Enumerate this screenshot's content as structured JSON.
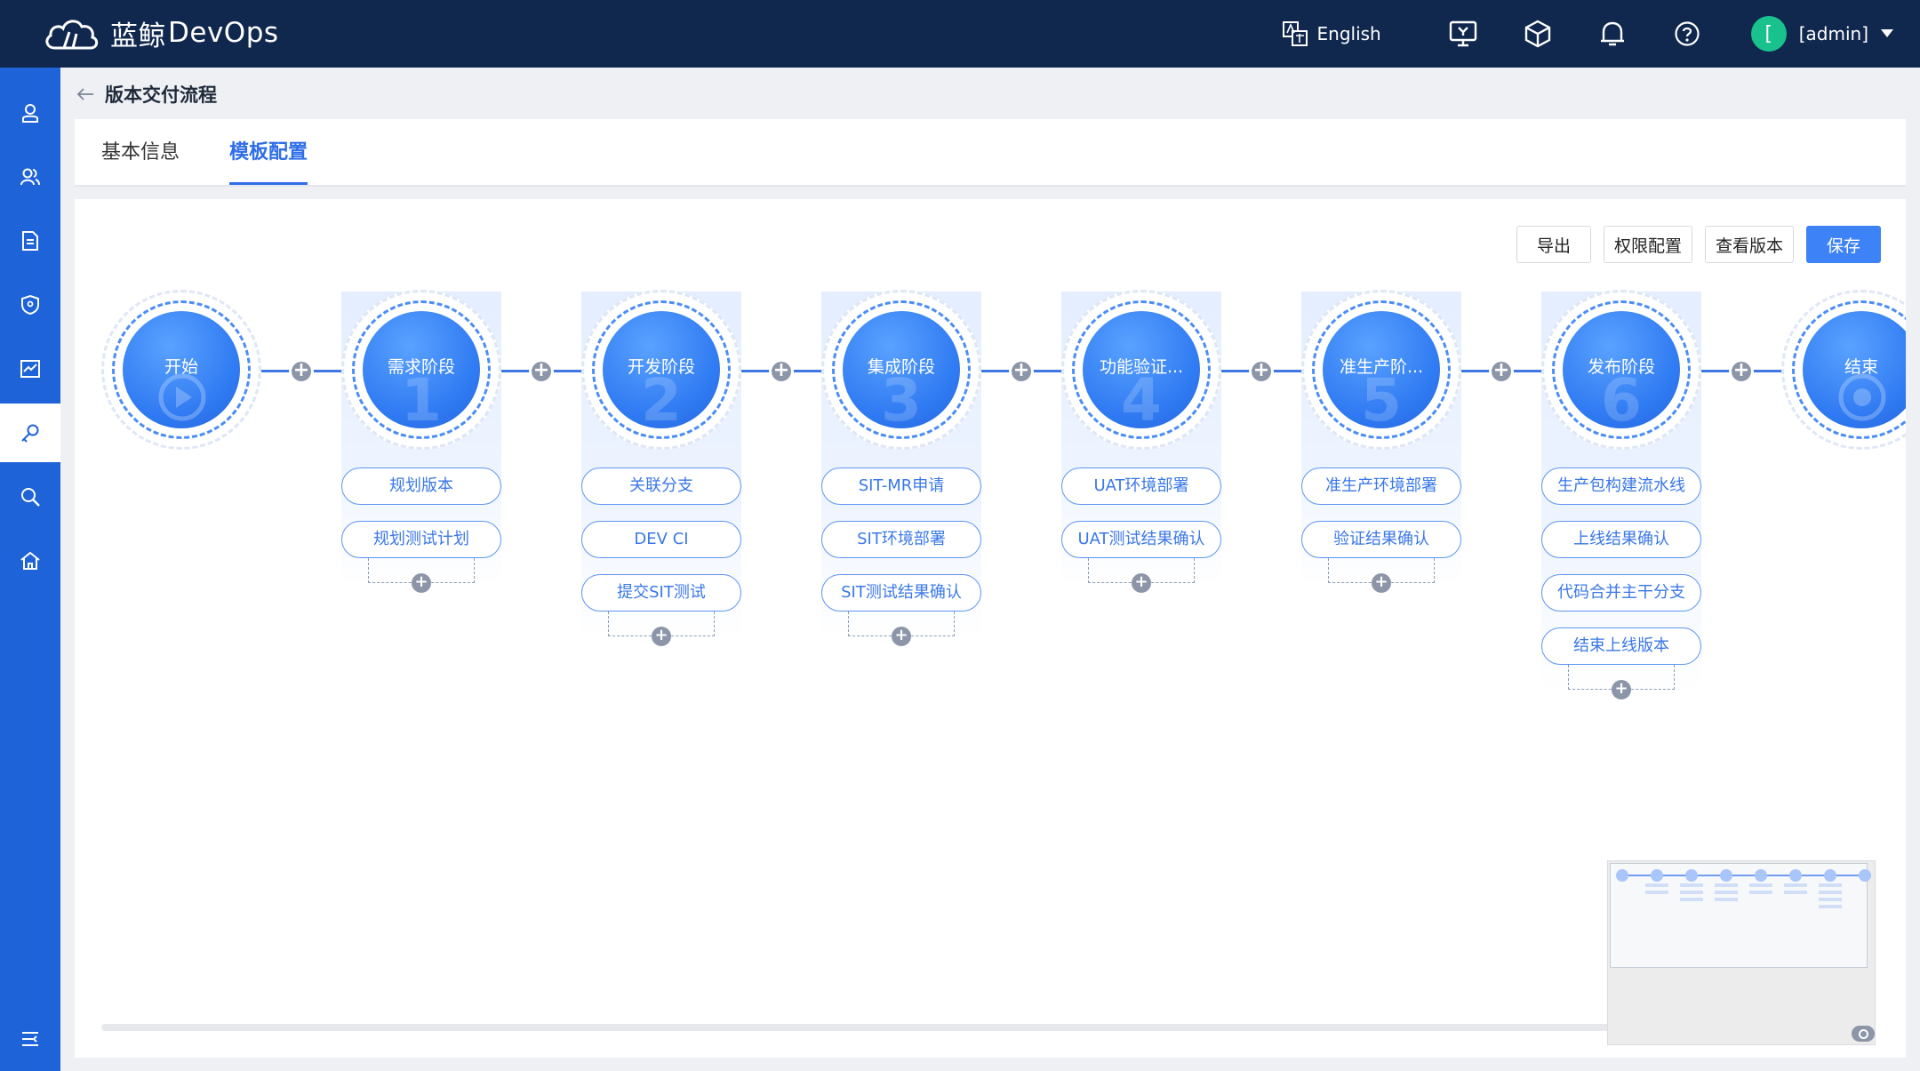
{
  "app": {
    "brand_cn": "蓝鲸",
    "brand_en": "DevOps"
  },
  "topbar": {
    "language": "English",
    "user": "[admin]",
    "avatar_letter": "["
  },
  "breadcrumb": {
    "title": "版本交付流程"
  },
  "tabs": [
    {
      "label": "基本信息"
    },
    {
      "label": "模板配置"
    }
  ],
  "active_tab": "模板配置",
  "toolbar": {
    "export": "导出",
    "permission": "权限配置",
    "view_version": "查看版本",
    "save": "保存"
  },
  "colors": {
    "accent": "#2f6ee8",
    "topbar": "#10274e",
    "sidebar": "#1e63d8"
  },
  "sidebar": {
    "items": [
      {
        "icon": "user-icon"
      },
      {
        "icon": "users-icon"
      },
      {
        "icon": "document-icon"
      },
      {
        "icon": "shield-icon"
      },
      {
        "icon": "chart-icon"
      },
      {
        "icon": "key-icon",
        "active": true
      },
      {
        "icon": "search-setting-icon"
      },
      {
        "icon": "home-icon"
      }
    ],
    "footer_icon": "collapse-menu-icon"
  },
  "flow": {
    "start": {
      "label": "开始"
    },
    "end": {
      "label": "结束"
    },
    "stages": [
      {
        "label": "需求阶段",
        "num": "1",
        "tasks": [
          "规划版本",
          "规划测试计划"
        ]
      },
      {
        "label": "开发阶段",
        "num": "2",
        "tasks": [
          "关联分支",
          "DEV CI",
          "提交SIT测试"
        ]
      },
      {
        "label": "集成阶段",
        "num": "3",
        "tasks": [
          "SIT-MR申请",
          "SIT环境部署",
          "SIT测试结果确认"
        ]
      },
      {
        "label": "功能验证...",
        "num": "4",
        "tasks": [
          "UAT环境部署",
          "UAT测试结果确认"
        ]
      },
      {
        "label": "准生产阶...",
        "num": "5",
        "tasks": [
          "准生产环境部署",
          "验证结果确认"
        ]
      },
      {
        "label": "发布阶段",
        "num": "6",
        "tasks": [
          "生产包构建流水线",
          "上线结果确认",
          "代码合并主干分支",
          "结束上线版本"
        ]
      }
    ],
    "add_symbol": "+"
  }
}
